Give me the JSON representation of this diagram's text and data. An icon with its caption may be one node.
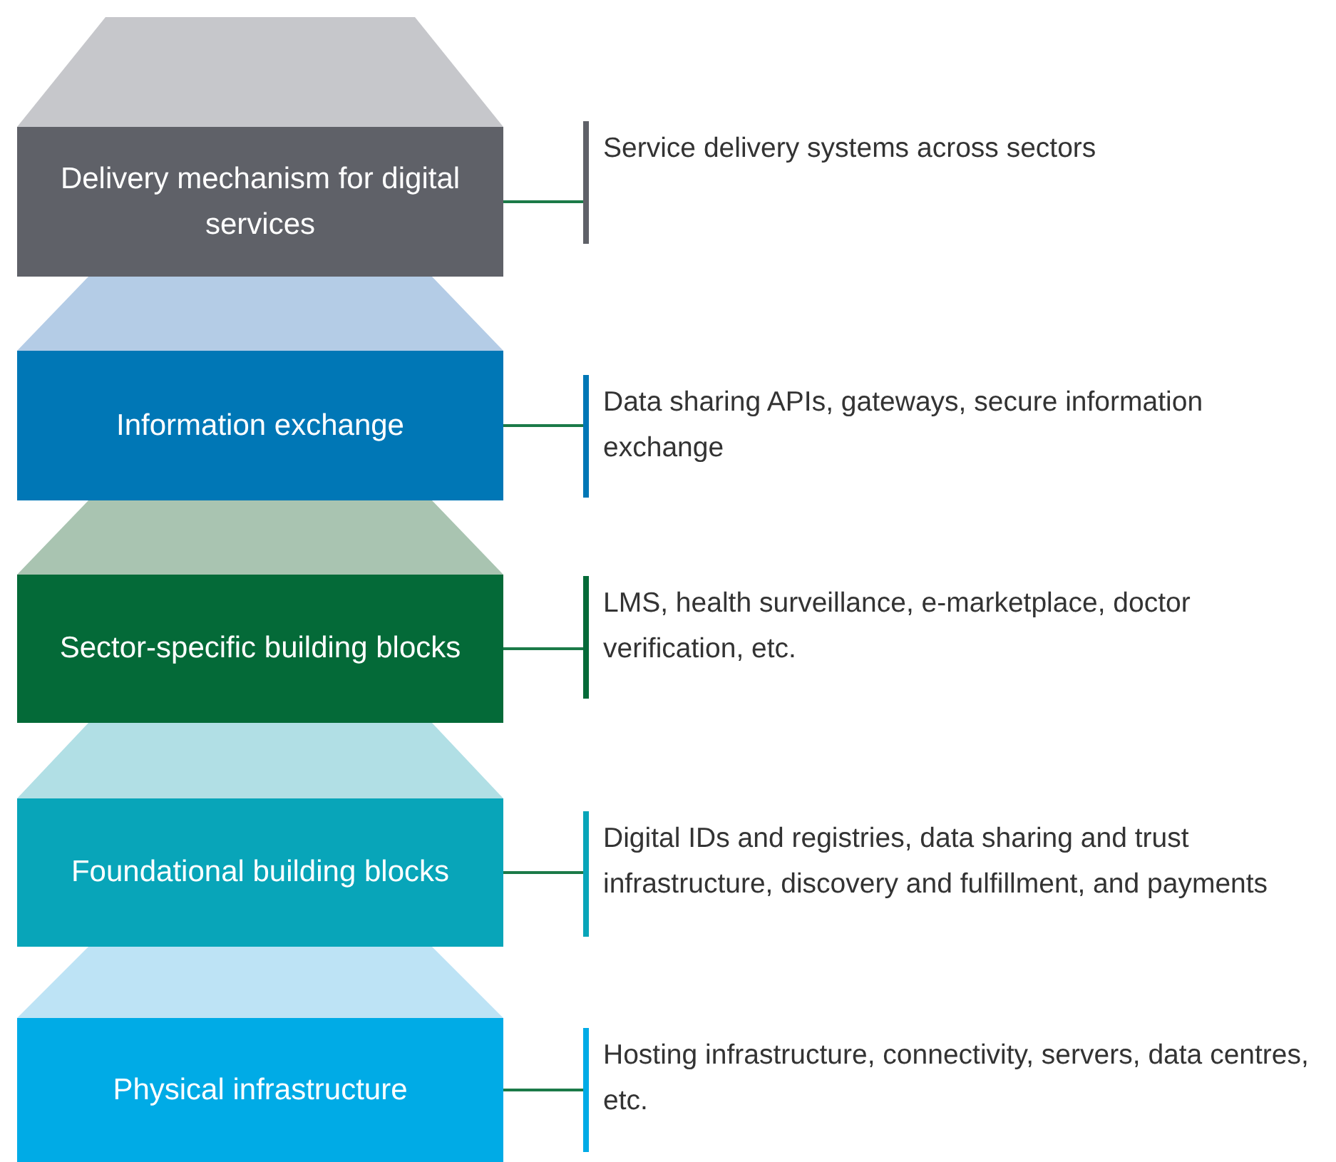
{
  "diagram": {
    "nodes": [
      {
        "text": [],
        "shape": "trapezoid"
      },
      {
        "text": [
          "Delivery mechanism for digital services"
        ]
      },
      {
        "text": [
          "Service delivery systems across sectors"
        ]
      },
      {
        "text": [],
        "shape": "trapezoid"
      },
      {
        "text": [
          "Information exchange"
        ]
      },
      {
        "text": [
          "Data sharing APIs, gateways, secure information exchange"
        ]
      },
      {
        "text": [],
        "shape": "trapezoid"
      },
      {
        "text": [
          "Sector-specific building blocks"
        ]
      },
      {
        "text": [
          "LMS, health surveillance, e-marketplace, doctor verification, etc."
        ]
      },
      {
        "text": [],
        "shape": "trapezoid"
      },
      {
        "text": [
          "Foundational building blocks"
        ]
      },
      {
        "text": [
          "Digital IDs and registries, data sharing and trust infrastructure, discovery and fulfillment, and payments"
        ]
      },
      {
        "text": [],
        "shape": "trapezoid"
      },
      {
        "text": [
          "Physical infrastructure"
        ]
      },
      {
        "text": [
          "Hosting infrastructure, connectivity, servers, data centres, etc."
        ]
      }
    ],
    "edges": [
      {
        "from": 1,
        "to": 2,
        "arrow": "none"
      },
      {
        "from": 4,
        "to": 5,
        "arrow": "none"
      },
      {
        "from": 7,
        "to": 8,
        "arrow": "none"
      },
      {
        "from": 10,
        "to": 11,
        "arrow": "none"
      },
      {
        "from": 13,
        "to": 14,
        "arrow": "none"
      }
    ]
  }
}
